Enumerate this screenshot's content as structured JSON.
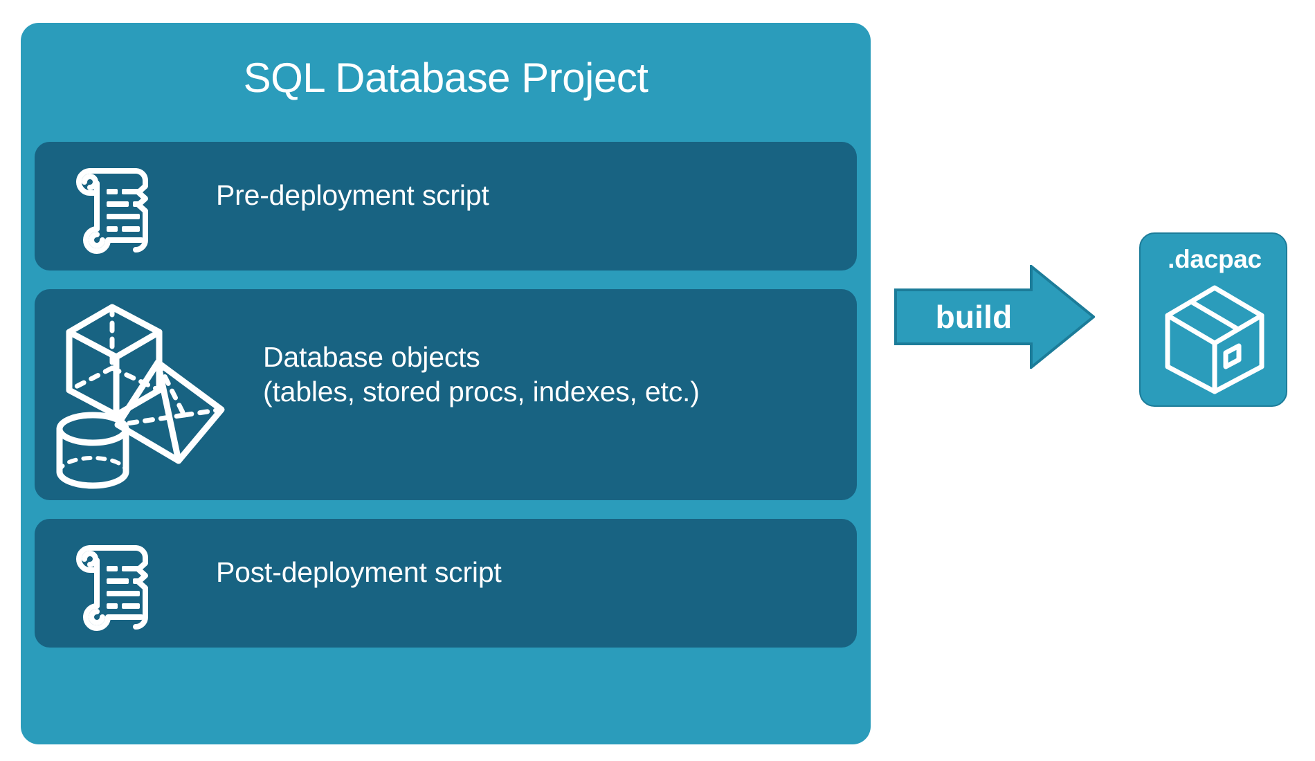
{
  "diagram": {
    "title": "SQL Database Project build to dacpac",
    "background_color": "#ffffff"
  },
  "project_card": {
    "title": "SQL Database Project",
    "fill_color": "#2b9cbb",
    "panel_fill_color": "#186382",
    "text_color": "#ffffff",
    "panels": [
      {
        "id": "pre-deployment",
        "label": "Pre-deployment script",
        "icon": "scroll-icon"
      },
      {
        "id": "database-objects",
        "label": "Database objects\n(tables, stored procs, indexes, etc.)",
        "line1": "Database objects",
        "line2": "(tables, stored procs, indexes, etc.)",
        "icon": "shapes-icon"
      },
      {
        "id": "post-deployment",
        "label": "Post-deployment script",
        "icon": "scroll-icon"
      }
    ]
  },
  "build_arrow": {
    "label": "build",
    "fill_color": "#2b9cbb",
    "stroke_color": "#1c7c99",
    "direction": "right"
  },
  "output_card": {
    "title": ".dacpac",
    "fill_color": "#2b9cbb",
    "stroke_color": "#1c7c99",
    "icon": "package-box-icon"
  }
}
